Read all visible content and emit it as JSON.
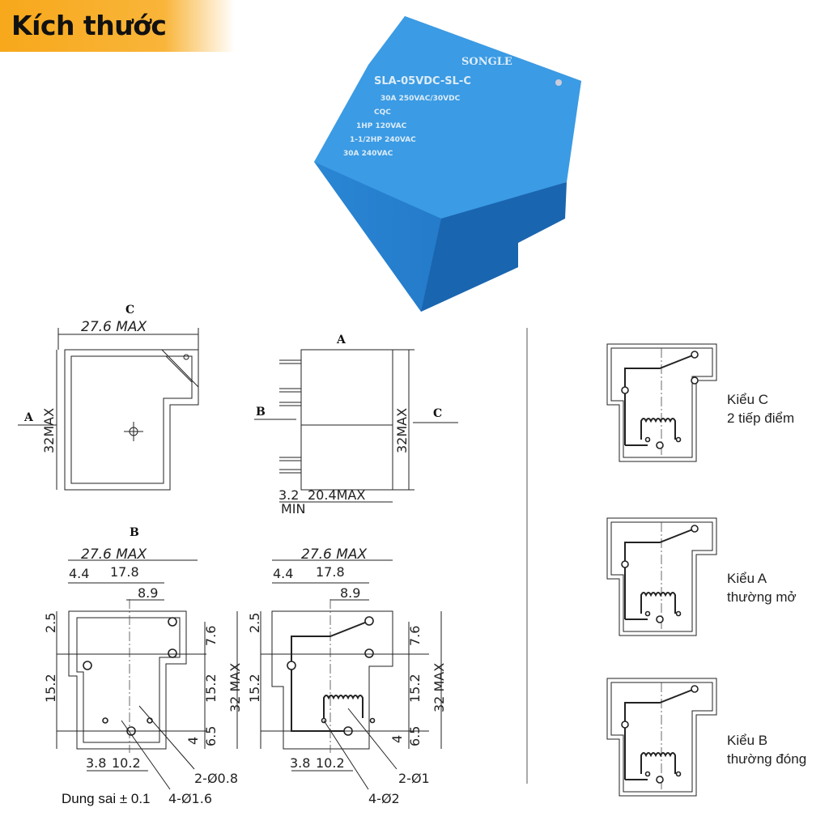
{
  "header": {
    "title": "Kích thước",
    "accent": "#f7a81b"
  },
  "product_photo": {
    "brand": "SONGLE",
    "model": "SLA-05VDC-SL-C",
    "rating1": "30A 250VAC/30VDC",
    "cert": "CQC",
    "rating2": "1HP 120VAC",
    "rating3": "1-1/2HP 240VAC",
    "rating4": "30A 240VAC",
    "body_color": "#2f8fd8"
  },
  "top_view": {
    "label": "C",
    "width": "27.6 MAX",
    "height": "32MAX",
    "arrow": "A"
  },
  "side_view": {
    "label": "A",
    "height": "32MAX",
    "arrow_left": "B",
    "arrow_right": "C",
    "pin_len": "3.2",
    "pin_len_note": "MIN",
    "depth": "20.4MAX"
  },
  "bottom_view": {
    "label": "B",
    "width": "27.6 MAX",
    "d1": "4.4",
    "d2": "17.8",
    "d3": "8.9",
    "v1": "2.5",
    "v2": "15.2",
    "v3": "7.6",
    "v4": "15.2",
    "v5": "6.5",
    "v6": "4",
    "v7": "32 MAX",
    "b1": "3.8",
    "b2": "10.2",
    "hole1": "4-Ø1.6",
    "hole2": "2-Ø0.8"
  },
  "pcb_view": {
    "width": "27.6 MAX",
    "d1": "4.4",
    "d2": "17.8",
    "d3": "8.9",
    "v1": "2.5",
    "v2": "15.2",
    "v3": "7.6",
    "v4": "15.2",
    "v5": "6.5",
    "v6": "4",
    "v7": "32 MAX",
    "b1": "3.8",
    "b2": "10.2",
    "hole1": "4-Ø2",
    "hole2": "2-Ø1"
  },
  "tolerance": "Dung sai ± 0.1",
  "types": [
    {
      "line1": "Kiểu C",
      "line2": "2 tiếp điểm"
    },
    {
      "line1": "Kiểu A",
      "line2": "thường mở"
    },
    {
      "line1": "Kiểu B",
      "line2": "thường đóng"
    }
  ]
}
